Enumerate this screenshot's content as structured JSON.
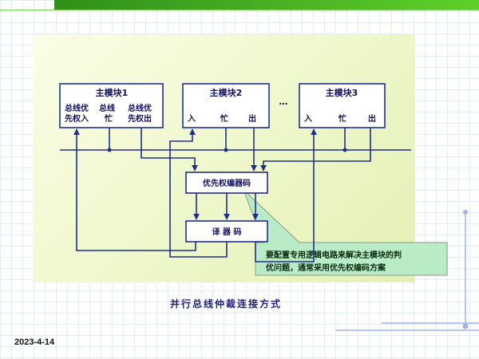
{
  "modules": [
    {
      "title": "主模块1",
      "labels": [
        "总线优",
        "先权入",
        "总线",
        "忙",
        "总线优",
        "先权出"
      ]
    },
    {
      "title": "主模块2",
      "labels": [
        "入",
        "忙",
        "出"
      ]
    },
    {
      "title": "主模块3",
      "labels": [
        "入",
        "忙",
        "出"
      ]
    }
  ],
  "ellipsis": "…",
  "encoder_label": "优先权编器码",
  "decoder_label": "译 器 码",
  "callout_lines": [
    "要配置专用逻辑电路来解决主模块的判",
    "优问题，通常采用优先权编码方案"
  ],
  "caption": "并行总线仲裁连接方式",
  "date": "2023-4-14",
  "colors": {
    "line": "#1f2f8f",
    "box_fill": "#ffffff",
    "callout_fill": "#b9ecc6",
    "top_bar": "#46b31f",
    "deco_line": "#9fb4ea"
  }
}
